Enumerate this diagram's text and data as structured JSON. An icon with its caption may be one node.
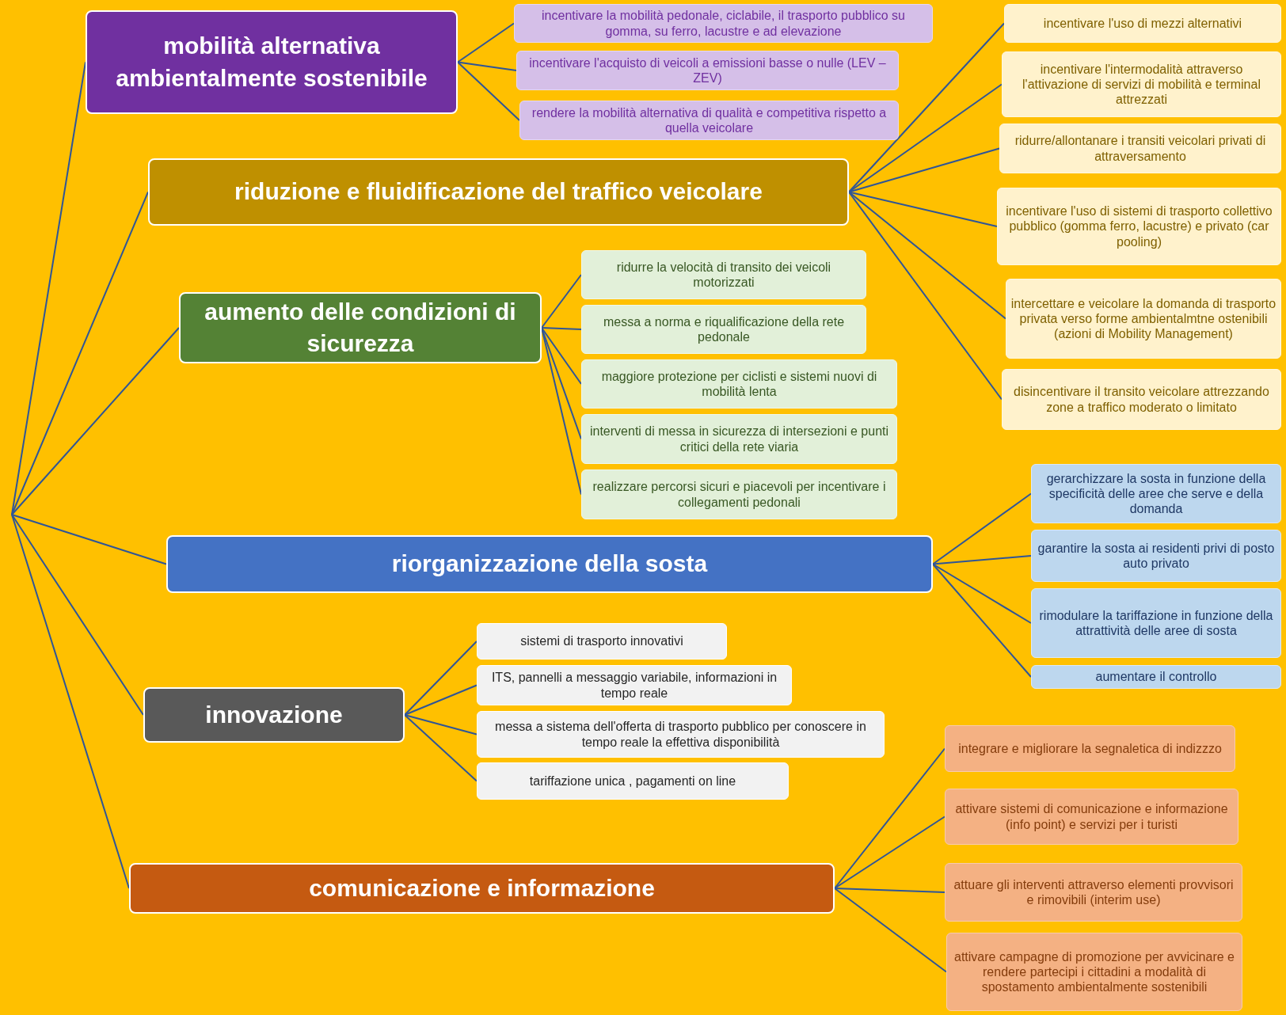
{
  "diagram": {
    "nodes": [
      {
        "text": [
          "mobilità alternativa ambientalmente sostenibile"
        ]
      },
      {
        "text": [
          "incentivare la mobilità pedonale, ciclabile, il trasporto pubblico su gomma, su ferro, lacustre e ad elevazione"
        ]
      },
      {
        "text": [
          "incentivare l'acquisto di veicoli a emissioni basse o nulle (LEV – ZEV)"
        ]
      },
      {
        "text": [
          "rendere la mobilità alternativa di qualità e competitiva rispetto a quella veicolare"
        ]
      },
      {
        "text": [
          "riduzione e fluidificazione del traffico veicolare"
        ]
      },
      {
        "text": [
          "incentivare l'uso di mezzi alternativi"
        ]
      },
      {
        "text": [
          "incentivare l'intermodalità attraverso l'attivazione di servizi di mobilità e terminal attrezzati"
        ]
      },
      {
        "text": [
          "ridurre/allontanare i transiti veicolari privati di attraversamento"
        ]
      },
      {
        "text": [
          "incentivare l'uso di sistemi di trasporto collettivo pubblico (gomma ferro, lacustre) e privato (car pooling)"
        ]
      },
      {
        "text": [
          "intercettare e veicolare la domanda di trasporto privata verso forme ambientalmtne ostenibili (azioni di Mobility Management)"
        ]
      },
      {
        "text": [
          "disincentivare il transito veicolare attrezzando zone a traffico moderato o limitato"
        ]
      },
      {
        "text": [
          "aumento delle condizioni di sicurezza"
        ]
      },
      {
        "text": [
          "ridurre la velocità di transito dei veicoli motorizzati"
        ]
      },
      {
        "text": [
          "messa a norma e riqualificazione della rete pedonale"
        ]
      },
      {
        "text": [
          "maggiore protezione per ciclisti e sistemi nuovi di mobilità lenta"
        ]
      },
      {
        "text": [
          "interventi di messa in sicurezza di intersezioni e punti critici della rete viaria"
        ]
      },
      {
        "text": [
          "realizzare percorsi sicuri e piacevoli per incentivare i collegamenti pedonali"
        ]
      },
      {
        "text": [
          "riorganizzazione della sosta"
        ]
      },
      {
        "text": [
          "gerarchizzare la sosta in funzione della specificità delle aree che serve e della domanda"
        ]
      },
      {
        "text": [
          "garantire la sosta ai residenti privi di posto auto privato"
        ]
      },
      {
        "text": [
          "rimodulare la tariffazione in funzione della attrattività delle aree di sosta"
        ]
      },
      {
        "text": [
          "aumentare il controllo"
        ]
      },
      {
        "text": [
          "innovazione"
        ]
      },
      {
        "text": [
          "sistemi di trasporto innovativi"
        ]
      },
      {
        "text": [
          "ITS, pannelli a messaggio variabile, informazioni in tempo reale"
        ]
      },
      {
        "text": [
          "messa a sistema dell'offerta di trasporto pubblico per conoscere in tempo reale la effettiva disponibilità"
        ]
      },
      {
        "text": [
          "tariffazione unica , pagamenti on line"
        ]
      },
      {
        "text": [
          "comunicazione e informazione"
        ]
      },
      {
        "text": [
          "integrare e migliorare la segnaletica di indizzzo"
        ]
      },
      {
        "text": [
          "attivare sistemi di comunicazione e informazione (info point) e servizi per i turisti"
        ]
      },
      {
        "text": [
          "attuare gli interventi attraverso elementi provvisori e rimovibili (interim use)"
        ]
      },
      {
        "text": [
          "attivare campagne di promozione per avvicinare e rendere partecipi i cittadini a modalità di spostamento ambientalmente sostenibili"
        ]
      }
    ],
    "edges": [
      {
        "from": null,
        "to": 0,
        "arrow": "none"
      },
      {
        "from": null,
        "to": 4,
        "arrow": "none"
      },
      {
        "from": null,
        "to": 11,
        "arrow": "none"
      },
      {
        "from": null,
        "to": 17,
        "arrow": "none"
      },
      {
        "from": null,
        "to": 22,
        "arrow": "none"
      },
      {
        "from": null,
        "to": 27,
        "arrow": "none"
      },
      {
        "from": 0,
        "to": 1,
        "arrow": "none"
      },
      {
        "from": 0,
        "to": 2,
        "arrow": "none"
      },
      {
        "from": 0,
        "to": 3,
        "arrow": "none"
      },
      {
        "from": 4,
        "to": 5,
        "arrow": "none"
      },
      {
        "from": 4,
        "to": 6,
        "arrow": "none"
      },
      {
        "from": 4,
        "to": 7,
        "arrow": "none"
      },
      {
        "from": 4,
        "to": 8,
        "arrow": "none"
      },
      {
        "from": 4,
        "to": 9,
        "arrow": "none"
      },
      {
        "from": 4,
        "to": 10,
        "arrow": "none"
      },
      {
        "from": 11,
        "to": 12,
        "arrow": "none"
      },
      {
        "from": 11,
        "to": 13,
        "arrow": "none"
      },
      {
        "from": 11,
        "to": 14,
        "arrow": "none"
      },
      {
        "from": 11,
        "to": 15,
        "arrow": "none"
      },
      {
        "from": 11,
        "to": 16,
        "arrow": "none"
      },
      {
        "from": 17,
        "to": 18,
        "arrow": "none"
      },
      {
        "from": 17,
        "to": 19,
        "arrow": "none"
      },
      {
        "from": 17,
        "to": 20,
        "arrow": "none"
      },
      {
        "from": 17,
        "to": 21,
        "arrow": "none"
      },
      {
        "from": 22,
        "to": 23,
        "arrow": "none"
      },
      {
        "from": 22,
        "to": 24,
        "arrow": "none"
      },
      {
        "from": 22,
        "to": 25,
        "arrow": "none"
      },
      {
        "from": 22,
        "to": 26,
        "arrow": "none"
      },
      {
        "from": 27,
        "to": 28,
        "arrow": "none"
      },
      {
        "from": 27,
        "to": 29,
        "arrow": "none"
      },
      {
        "from": 27,
        "to": 30,
        "arrow": "none"
      },
      {
        "from": 27,
        "to": 31,
        "arrow": "none"
      }
    ]
  }
}
